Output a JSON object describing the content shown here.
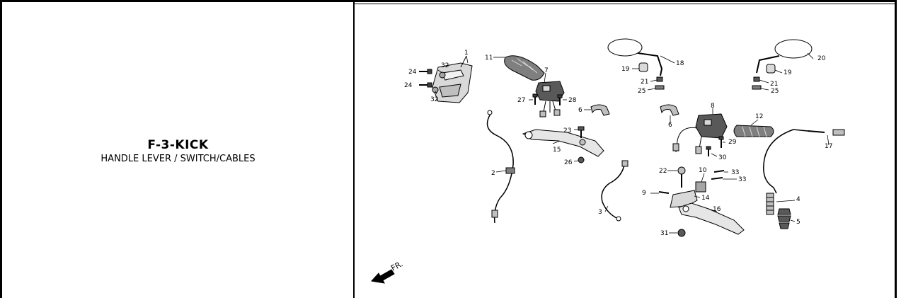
{
  "page": {
    "title": "F-3-KICK",
    "subtitle": "HANDLE LEVER / SWITCH/CABLES"
  },
  "diagram": {
    "front_label": "FR.",
    "callouts": [
      {
        "id": "c1",
        "text": "1"
      },
      {
        "id": "c2",
        "text": "2"
      },
      {
        "id": "c3",
        "text": "3"
      },
      {
        "id": "c4",
        "text": "4"
      },
      {
        "id": "c5",
        "text": "5"
      },
      {
        "id": "c6a",
        "text": "6"
      },
      {
        "id": "c6b",
        "text": "6"
      },
      {
        "id": "c7",
        "text": "7"
      },
      {
        "id": "c8",
        "text": "8"
      },
      {
        "id": "c9",
        "text": "9"
      },
      {
        "id": "c10",
        "text": "10"
      },
      {
        "id": "c11",
        "text": "11"
      },
      {
        "id": "c12",
        "text": "12"
      },
      {
        "id": "c14",
        "text": "14"
      },
      {
        "id": "c15",
        "text": "15"
      },
      {
        "id": "c16",
        "text": "16"
      },
      {
        "id": "c17",
        "text": "17"
      },
      {
        "id": "c18",
        "text": "18"
      },
      {
        "id": "c19a",
        "text": "19"
      },
      {
        "id": "c19b",
        "text": "19"
      },
      {
        "id": "c20",
        "text": "20"
      },
      {
        "id": "c21a",
        "text": "21"
      },
      {
        "id": "c21b",
        "text": "21"
      },
      {
        "id": "c22",
        "text": "22"
      },
      {
        "id": "c23",
        "text": "23"
      },
      {
        "id": "c24a",
        "text": "24"
      },
      {
        "id": "c24b",
        "text": "24"
      },
      {
        "id": "c25a",
        "text": "25"
      },
      {
        "id": "c25b",
        "text": "25"
      },
      {
        "id": "c26",
        "text": "26"
      },
      {
        "id": "c27",
        "text": "27"
      },
      {
        "id": "c28",
        "text": "28"
      },
      {
        "id": "c29",
        "text": "29"
      },
      {
        "id": "c30",
        "text": "30"
      },
      {
        "id": "c31",
        "text": "31"
      },
      {
        "id": "c32a",
        "text": "32"
      },
      {
        "id": "c32b",
        "text": "32"
      },
      {
        "id": "c33a",
        "text": "33"
      },
      {
        "id": "c33b",
        "text": "33"
      }
    ]
  }
}
